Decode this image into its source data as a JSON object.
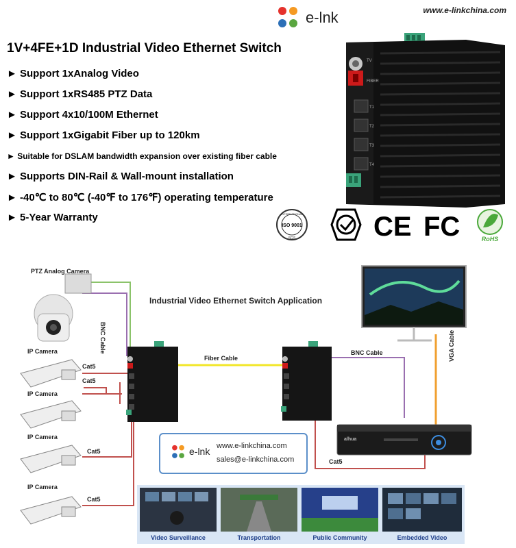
{
  "header": {
    "website": "www.e-linkchina.com",
    "brand": "e-lnk",
    "title": "1V+4FE+1D Industrial Video Ethernet Switch"
  },
  "features": [
    "► Support 1xAnalog Video",
    "► Support 1xRS485 PTZ Data",
    "► Support 4x10/100M Ethernet",
    "► Support 1xGigabit Fiber up to 120km",
    "► Suitable for DSLAM bandwidth expansion over existing fiber cable",
    "► Supports DIN-Rail & Wall-mount installation",
    "►  -40℃ to 80℃ (-40℉ to 176℉) operating temperature",
    "► 5-Year Warranty"
  ],
  "device_labels": {
    "video": "TV",
    "fiber": "FIBER",
    "ports": [
      "T1",
      "T2",
      "T3",
      "T4"
    ]
  },
  "certifications": {
    "iso": "ISO 9001",
    "iso_ring": "INTERNATIONAL",
    "iso_bottom": "SGS",
    "ce": "CE",
    "fc": "FC",
    "rohs": "RoHS"
  },
  "diagram": {
    "title": "Industrial Video Ethernet Switch Application",
    "ptz_camera": "PTZ Analog Camera",
    "ip_camera": "IP Camera",
    "bnc_cable": "BNC Cable",
    "cat5": "Cat5",
    "fiber_cable": "Fiber Cable",
    "vga_cable": "VGA Cable",
    "nvr_brand": "alhua"
  },
  "contact": {
    "brand": "e-lnk",
    "website": "www.e-linkchina.com",
    "email": "sales@e-linkchina.com"
  },
  "applications": [
    "Video Surveillance",
    "Transportation",
    "Public Community",
    "Embedded Video"
  ],
  "colors": {
    "fiber": "#f2e628",
    "bnc": "#9a6fb0",
    "green_wire": "#8bc36a",
    "cat5": "#c0504d",
    "vga": "#f0a030",
    "contact_border": "#5b8fc9"
  }
}
